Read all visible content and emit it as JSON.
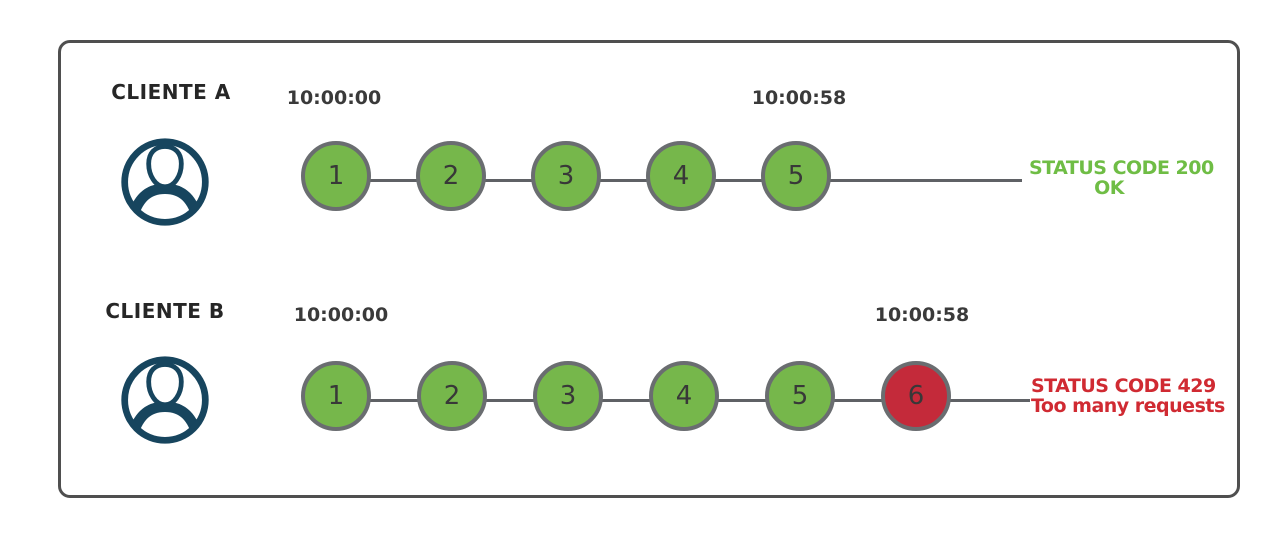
{
  "colors": {
    "success": "#76b74b",
    "success_text": "#6fbd45",
    "error": "#c42a3a",
    "error_text": "#d02a32",
    "stroke": "#6a6d70",
    "line": "#5f6165",
    "icon": "#17455e",
    "border": "#4f4f4f"
  },
  "clients": [
    {
      "label": "CLIENTE A",
      "start_time": "10:00:00",
      "end_time": "10:00:58",
      "requests": [
        "1",
        "2",
        "3",
        "4",
        "5"
      ],
      "status": {
        "line1": "STATUS CODE 200",
        "line2": "OK"
      }
    },
    {
      "label": "CLIENTE B",
      "start_time": "10:00:00",
      "end_time": "10:00:58",
      "requests": [
        "1",
        "2",
        "3",
        "4",
        "5",
        "6"
      ],
      "status": {
        "line1": "STATUS CODE 429",
        "line2": "Too many requests"
      }
    }
  ]
}
